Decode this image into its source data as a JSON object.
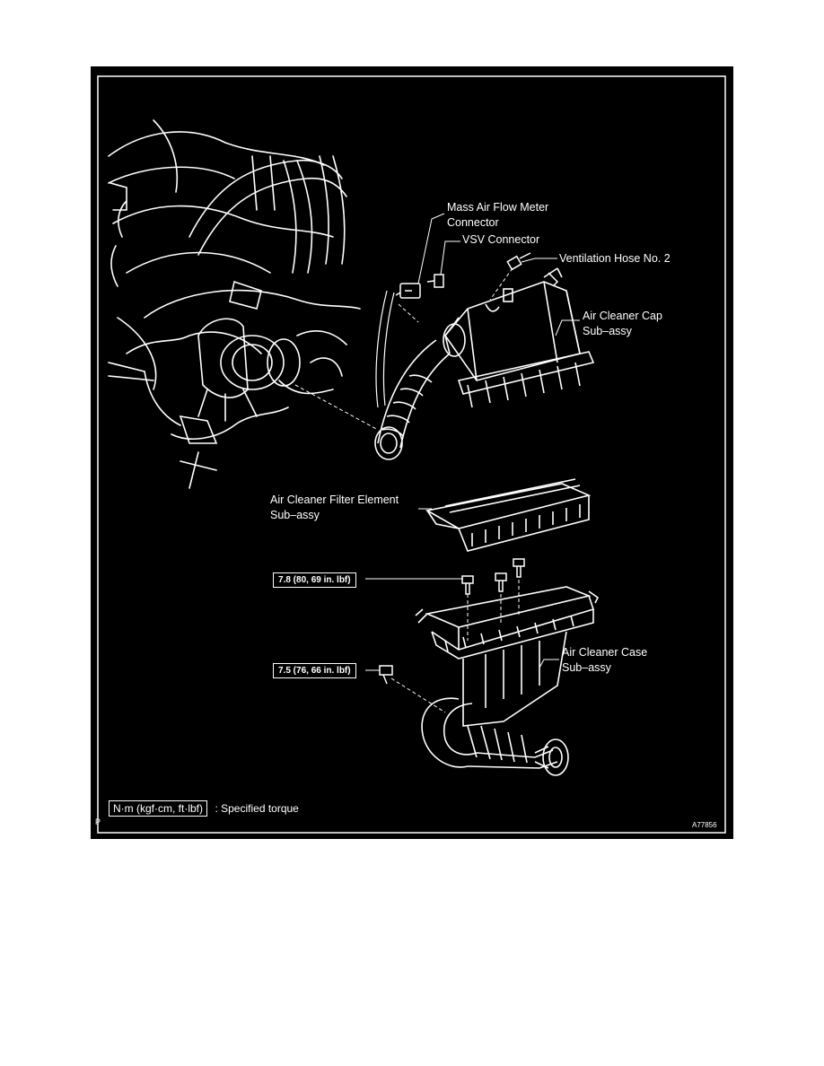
{
  "labels": {
    "mass_air_flow_meter_connector": "Mass Air Flow Meter\nConnector",
    "vsv_connector": "VSV Connector",
    "ventilation_hose": "Ventilation Hose No. 2",
    "air_cleaner_cap": "Air Cleaner Cap\nSub–assy",
    "filter_element": "Air Cleaner Filter Element\nSub–assy",
    "air_cleaner_case": "Air Cleaner Case\nSub–assy"
  },
  "torque": {
    "case_top_bolts": "7.8 (80, 69 in. lbf)",
    "case_side_bolt": "7.5 (76, 66 in. lbf)"
  },
  "legend": {
    "unit_box": "N·m (kgf·cm, ft·lbf)",
    "description": ": Specified torque"
  },
  "corner_marks": {
    "left": "P",
    "figure_id": "A77856"
  },
  "colors": {
    "background": "#000000",
    "line": "#ffffff"
  }
}
